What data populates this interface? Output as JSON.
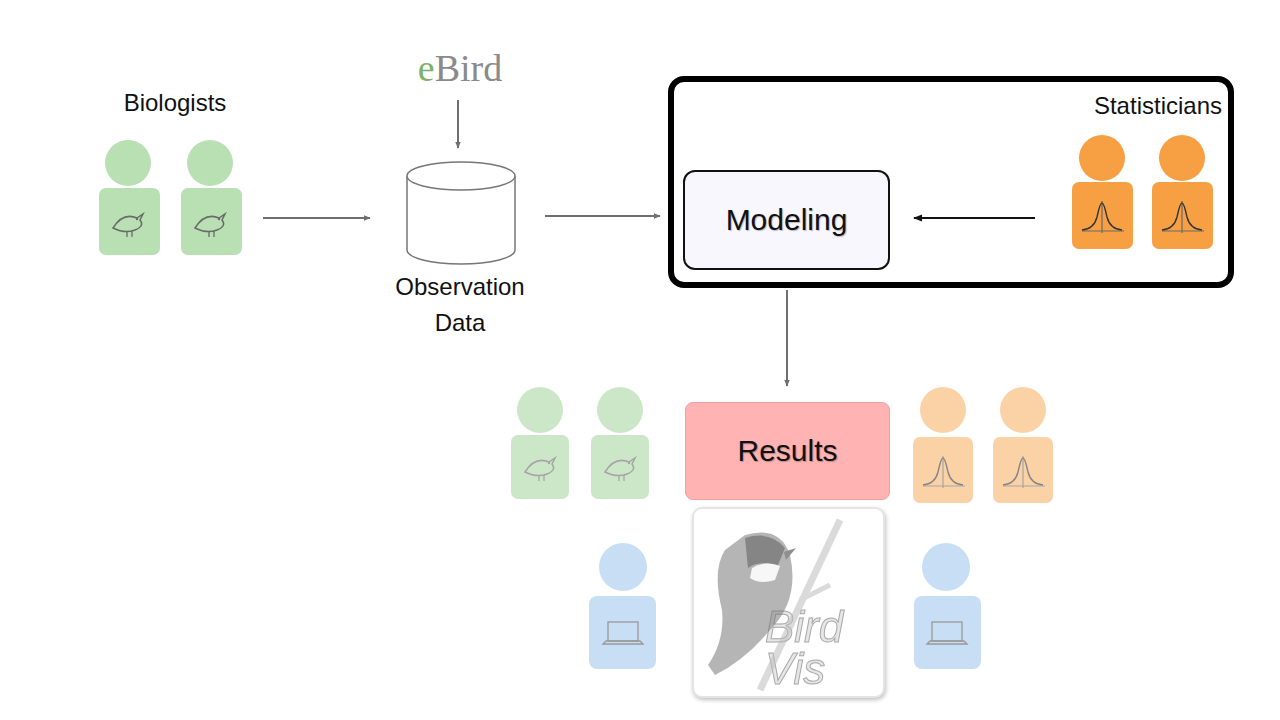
{
  "diagram": {
    "nodes": [
      {
        "text": [
          "Biologists"
        ]
      },
      {
        "text": [
          "eBird"
        ]
      },
      {
        "text": [
          "Observation Data"
        ]
      },
      {
        "text": [
          "Statisticians"
        ]
      },
      {
        "text": [
          "Modeling"
        ],
        "in": 3
      },
      {
        "text": [
          "Results"
        ]
      },
      {
        "text": [
          "Bird Vis"
        ]
      }
    ],
    "edges": [
      {
        "from": 0,
        "to": 2,
        "arrow": "to"
      },
      {
        "from": 1,
        "to": 2,
        "arrow": "to"
      },
      {
        "from": 2,
        "to": 3,
        "arrow": "to"
      },
      {
        "from": 3,
        "to": 4,
        "arrow": "to"
      },
      {
        "from": 3,
        "to": 5,
        "arrow": "to"
      }
    ]
  }
}
